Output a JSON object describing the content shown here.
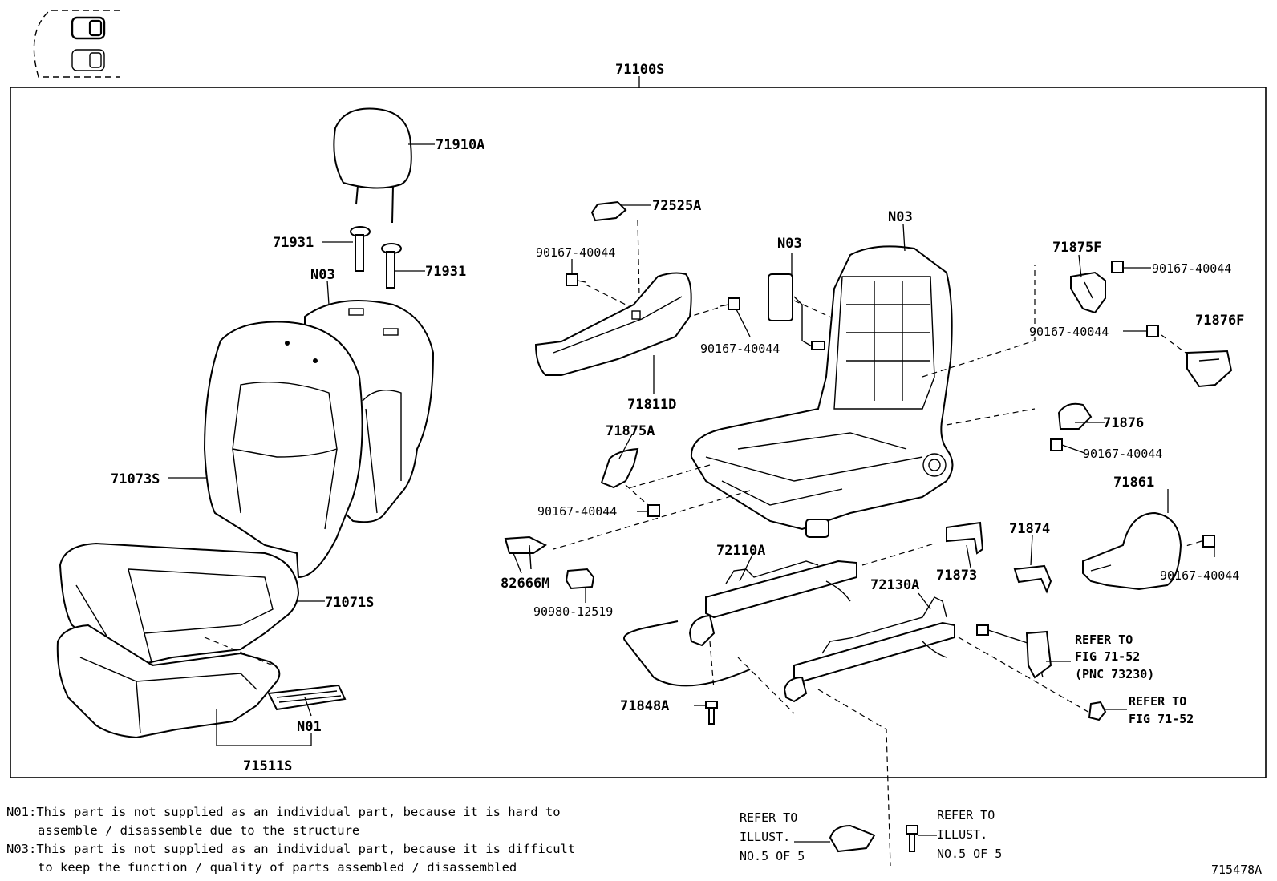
{
  "assembly_label": "71100S",
  "figure_id": "715478A",
  "parts": {
    "p71910A": "71910A",
    "p71931_left": "71931",
    "p71931_right": "71931",
    "n03_back": "N03",
    "p71073S": "71073S",
    "p71071S": "71071S",
    "n01": "N01",
    "p71511S": "71511S",
    "p72525A": "72525A",
    "b90167_a": "90167-40044",
    "b90167_b": "90167-40044",
    "p71811D": "71811D",
    "n03_airbag": "N03",
    "n03_frame": "N03",
    "p71875F": "71875F",
    "b90167_c": "90167-40044",
    "b90167_d": "90167-40044",
    "p71876F": "71876F",
    "p71876": "71876",
    "b90167_e": "90167-40044",
    "p71875A": "71875A",
    "b90167_f": "90167-40044",
    "p71861": "71861",
    "p82666M": "82666M",
    "p90980": "90980-12519",
    "p72110A": "72110A",
    "p71874": "71874",
    "p71873": "71873",
    "b90167_g": "90167-40044",
    "p72130A": "72130A",
    "p71848A": "71848A"
  },
  "refs": {
    "belt_line1": "REFER TO",
    "belt_line2": "FIG 71-52",
    "belt_line3": "(PNC 73230)",
    "nut_line1": "REFER TO",
    "nut_line2": "FIG 71-52",
    "illust_a1": "REFER TO",
    "illust_a2": "ILLUST.",
    "illust_a3": "NO.5 OF 5",
    "illust_b1": "REFER TO",
    "illust_b2": "ILLUST.",
    "illust_b3": "NO.5 OF 5"
  },
  "notes": {
    "n01_line1": "N01:This part is not supplied as an individual part, because it is hard to",
    "n01_line2": "assemble / disassemble due to the structure",
    "n03_line1": "N03:This part is not supplied as an individual part, because it is difficult",
    "n03_line2": "to keep the function / quality of parts assembled / disassembled"
  }
}
